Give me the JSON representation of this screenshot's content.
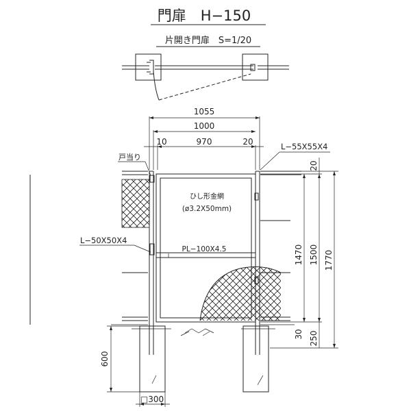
{
  "title": "門扉　H−150",
  "subtitle": "片開き門扉　S=1/20",
  "dimensions": {
    "overall_width": "1055",
    "gate_width": "1000",
    "left_gap": "10",
    "panel_width": "970",
    "right_gap": "20",
    "top_gap": "20",
    "panel_height": "1470",
    "gate_height": "1500",
    "post_height": "1770",
    "bottom_gap": "30",
    "base_above": "250",
    "footing_depth": "600",
    "footing_size": "□300"
  },
  "labels": {
    "door_stop": "戸当り",
    "right_post": "L−55X55X4",
    "left_post": "L−50X50X4",
    "mesh_name": "ひし形金網",
    "mesh_spec": "(ø3.2X50mm)",
    "plate": "PL−100X4.5"
  }
}
